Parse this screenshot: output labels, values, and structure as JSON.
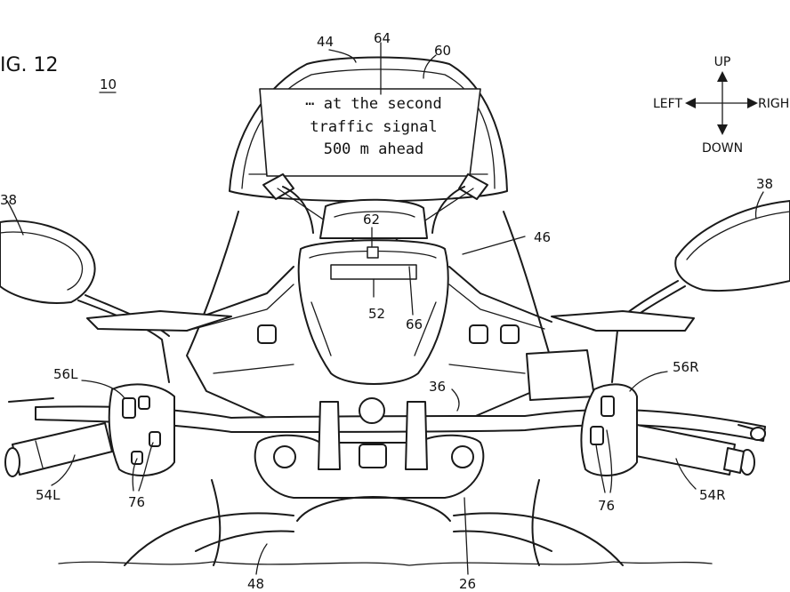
{
  "figure": {
    "title": "IG. 12",
    "system_ref": "10"
  },
  "display": {
    "lines": [
      "⋯ at the second",
      "traffic signal",
      "500 m ahead"
    ]
  },
  "directions": {
    "up": "UP",
    "down": "DOWN",
    "left": "LEFT",
    "right": "RIGH"
  },
  "refs": {
    "r44": "44",
    "r64": "64",
    "r60": "60",
    "r38_left": "38",
    "r38_right": "38",
    "r62": "62",
    "r46": "46",
    "r52": "52",
    "r66": "66",
    "r56L": "56L",
    "r56R": "56R",
    "r36": "36",
    "r54L": "54L",
    "r54R": "54R",
    "r76_left": "76",
    "r76_right": "76",
    "r48": "48",
    "r26": "26"
  }
}
